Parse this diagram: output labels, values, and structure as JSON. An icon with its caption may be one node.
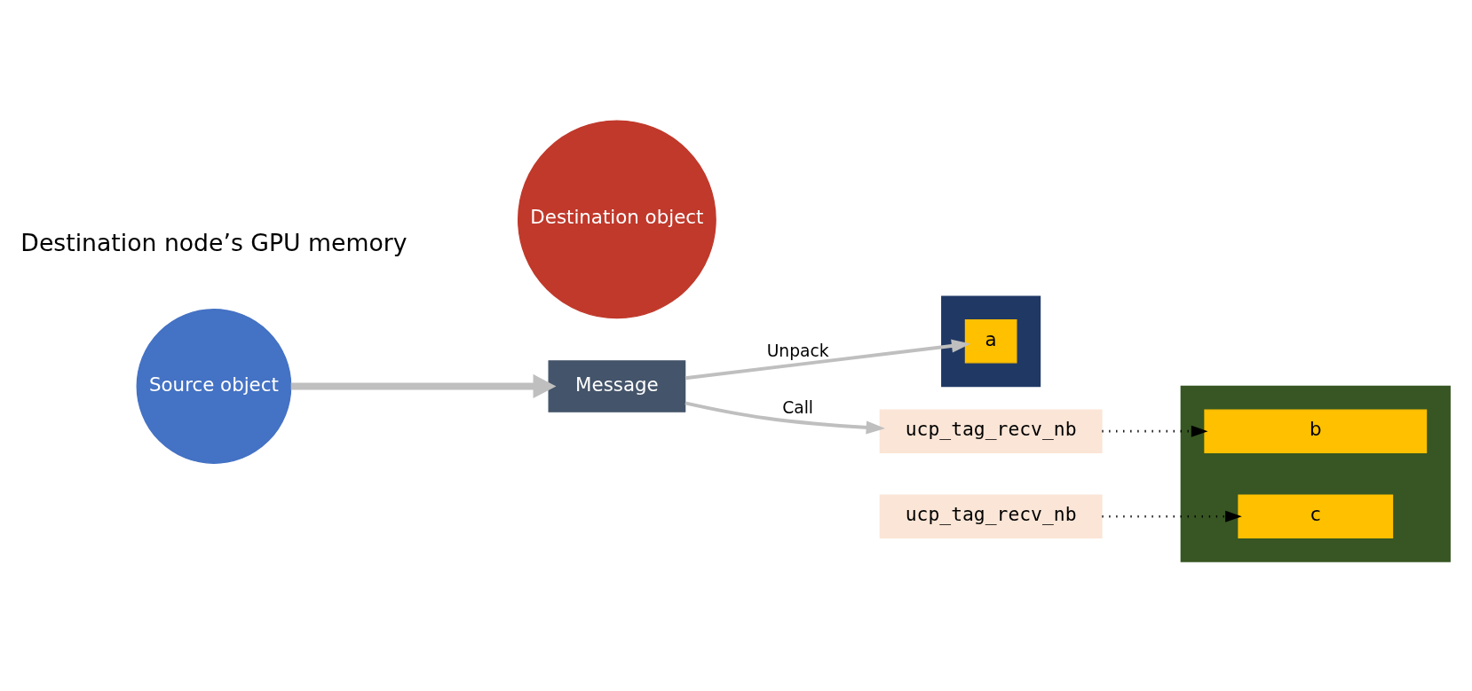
{
  "diagram": {
    "nodes": [
      {
        "text": [
          "Source object"
        ]
      },
      {
        "text": [
          "Destination object"
        ]
      },
      {
        "text": [
          "Message"
        ]
      },
      {
        "text": [],
        "shape": "bar"
      },
      {
        "text": [
          "a"
        ],
        "in": 3
      },
      {
        "text": [],
        "shape": "bar"
      },
      {
        "text": [
          "b"
        ],
        "in": 5
      },
      {
        "text": [
          "c"
        ],
        "in": 5
      },
      {
        "text": [
          "ucp_tag_recv_nb"
        ]
      },
      {
        "text": [
          "ucp_tag_recv_nb"
        ]
      }
    ],
    "edges": [
      {
        "from": 0,
        "to": 2,
        "arrow": "to",
        "style": "thick"
      },
      {
        "from": 2,
        "to": 8,
        "arrow": "to",
        "label": "Call"
      },
      {
        "from": 2,
        "to": 4,
        "arrow": "to",
        "label": "Unpack"
      },
      {
        "from": 8,
        "to": 6,
        "arrow": "to",
        "style": "dashed",
        "color": "#000000"
      },
      {
        "from": 9,
        "to": 7,
        "arrow": "to",
        "style": "dashed",
        "color": "#000000"
      }
    ],
    "labels": [
      "Destination node’s GPU memory"
    ]
  }
}
